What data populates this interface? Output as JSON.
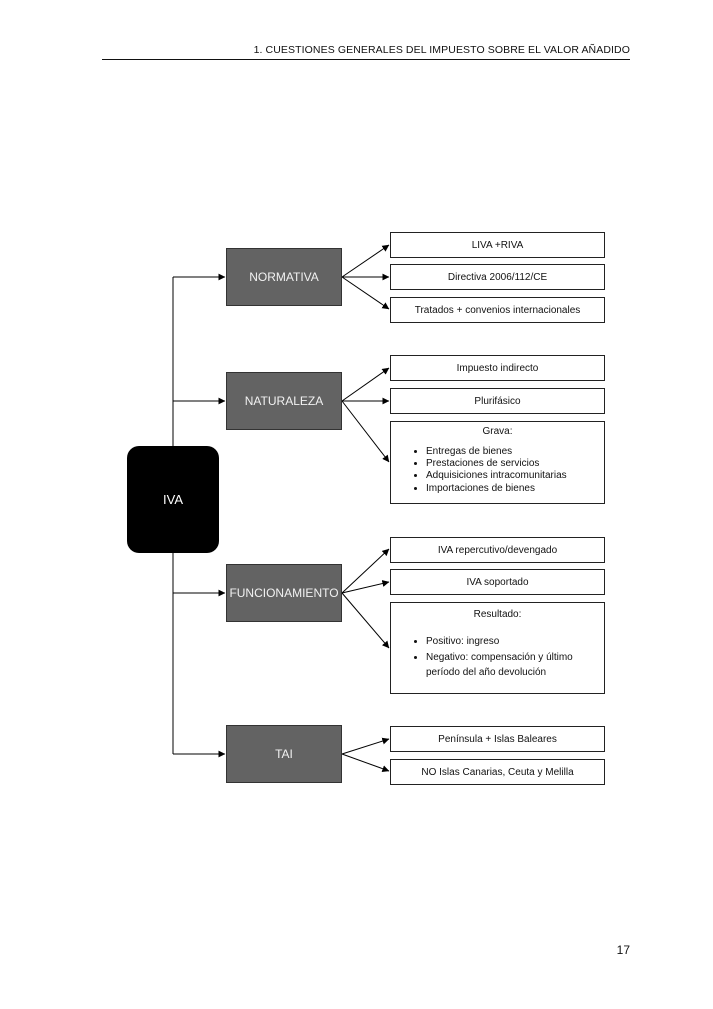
{
  "header": {
    "title": "1. CUESTIONES GENERALES DEL IMPUESTO SOBRE EL VALOR AÑADIDO"
  },
  "page_number": "17",
  "diagram": {
    "root": "IVA",
    "categories": [
      {
        "label": "NORMATIVA",
        "items": [
          "LIVA +RIVA",
          "Directiva 2006/112/CE",
          "Tratados + convenios internacionales"
        ]
      },
      {
        "label": "NATURALEZA",
        "items": [
          "Impuesto indirecto",
          "Plurifásico"
        ],
        "list_box": {
          "title": "Grava:",
          "bullets": [
            "Entregas de bienes",
            "Prestaciones de servicios",
            "Adquisiciones intracomunitarias",
            "Importaciones de bienes"
          ]
        }
      },
      {
        "label": "FUNCIONAMIENTO",
        "items": [
          "IVA repercutivo/devengado",
          "IVA soportado"
        ],
        "list_box": {
          "title": "Resultado:",
          "bullets": [
            "Positivo: ingreso",
            "Negativo: compensación y último período del año devolución"
          ]
        }
      },
      {
        "label": "TAI",
        "items": [
          "Península + Islas Baleares",
          "NO Islas Canarias, Ceuta y Melilla"
        ]
      }
    ]
  },
  "colors": {
    "root_fill": "#000000",
    "category_fill": "#636363",
    "category_text": "#f2f2f2",
    "line": "#000000"
  }
}
